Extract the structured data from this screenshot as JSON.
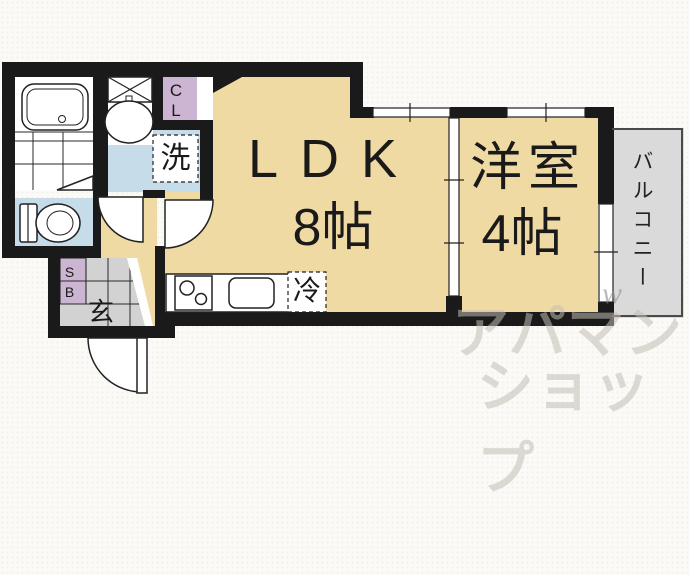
{
  "floorplan": {
    "rooms": {
      "ldk": {
        "name": "LDK",
        "size": "8帖"
      },
      "western": {
        "name": "洋室",
        "size": "4帖"
      },
      "balcony": {
        "name": "バルコニー"
      },
      "closet": {
        "name": "CL"
      },
      "entrance": {
        "name": "玄"
      },
      "shoe_box": {
        "name": "SB"
      }
    },
    "fixtures": {
      "washer": "洗",
      "fridge": "冷"
    },
    "watermark": {
      "line1": "アパマン",
      "line2": "ショップ",
      "mark": "w"
    },
    "colors": {
      "wall": "#1a1a1a",
      "room": "#F0DAA4",
      "wet": "#C7DCE9",
      "closet": "#CBB5D2",
      "balcony": "#DADADA",
      "entrance_floor": "#D2D2D2"
    }
  }
}
